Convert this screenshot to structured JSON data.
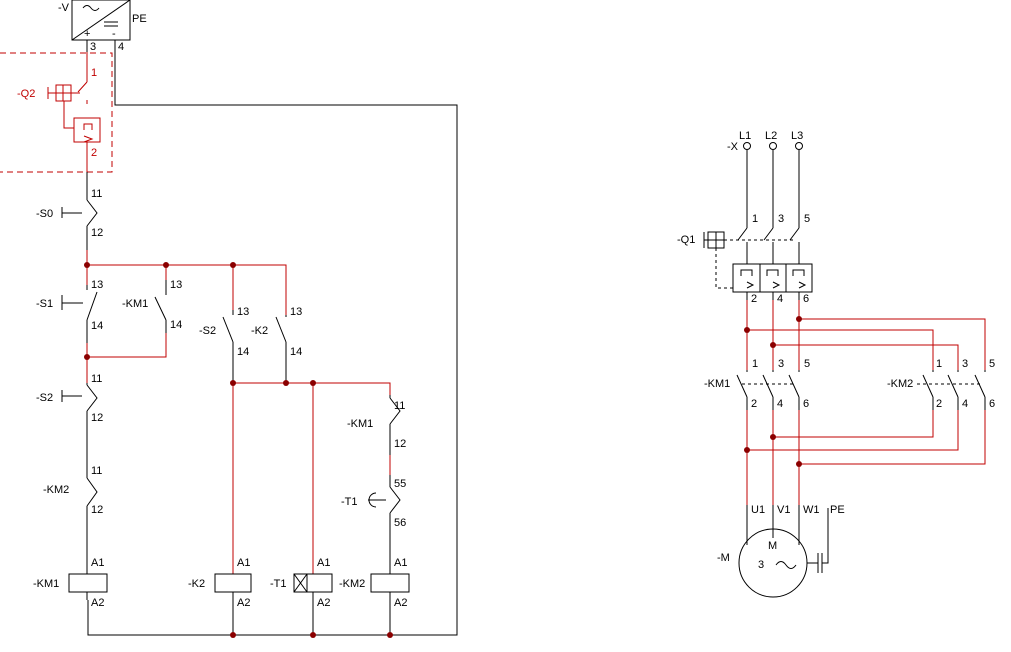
{
  "control": {
    "supply": {
      "tag": "-V",
      "pe": "PE",
      "t3": "3",
      "t4": "4",
      "plus": "+",
      "minus": "-"
    },
    "q2": {
      "tag": "-Q2",
      "t1": "1",
      "t2": "2"
    },
    "s0": {
      "tag": "-S0",
      "a": "11",
      "b": "12"
    },
    "s1": {
      "tag": "-S1",
      "a": "13",
      "b": "14"
    },
    "km1_aux": {
      "tag": "-KM1",
      "a": "13",
      "b": "14"
    },
    "s2": {
      "tag": "-S2",
      "a": "11",
      "b": "12"
    },
    "km2_nc": {
      "tag": "-KM2",
      "a": "11",
      "b": "12"
    },
    "s2_no": {
      "tag": "-S2",
      "a": "13",
      "b": "14"
    },
    "k2_no": {
      "tag": "-K2",
      "a": "13",
      "b": "14"
    },
    "km1_nc": {
      "tag": "-KM1",
      "a": "11",
      "b": "12"
    },
    "t1_contact": {
      "tag": "-T1",
      "a": "55",
      "b": "56"
    },
    "coils": [
      {
        "tag": "-KM1",
        "a1": "A1",
        "a2": "A2"
      },
      {
        "tag": "-K2",
        "a1": "A1",
        "a2": "A2"
      },
      {
        "tag": "-T1",
        "a1": "A1",
        "a2": "A2"
      },
      {
        "tag": "-KM2",
        "a1": "A1",
        "a2": "A2"
      }
    ]
  },
  "power": {
    "x": {
      "tag": "-X",
      "l1": "L1",
      "l2": "L2",
      "l3": "L3"
    },
    "q1": {
      "tag": "-Q1",
      "top": [
        "1",
        "3",
        "5"
      ],
      "bottom": [
        "2",
        "4",
        "6"
      ]
    },
    "km1": {
      "tag": "-KM1",
      "top": [
        "1",
        "3",
        "5"
      ],
      "bottom": [
        "2",
        "4",
        "6"
      ]
    },
    "km2": {
      "tag": "-KM2",
      "top": [
        "1",
        "3",
        "5"
      ],
      "bottom": [
        "2",
        "4",
        "6"
      ]
    },
    "motor": {
      "tag": "-M",
      "u1": "U1",
      "v1": "V1",
      "w1": "W1",
      "pe": "PE",
      "letter": "M",
      "phases": "3",
      "symbol": "~"
    }
  },
  "colors": {
    "wire_black": "#000000",
    "wire_red": "#c00000",
    "junction": "#8b0000"
  }
}
